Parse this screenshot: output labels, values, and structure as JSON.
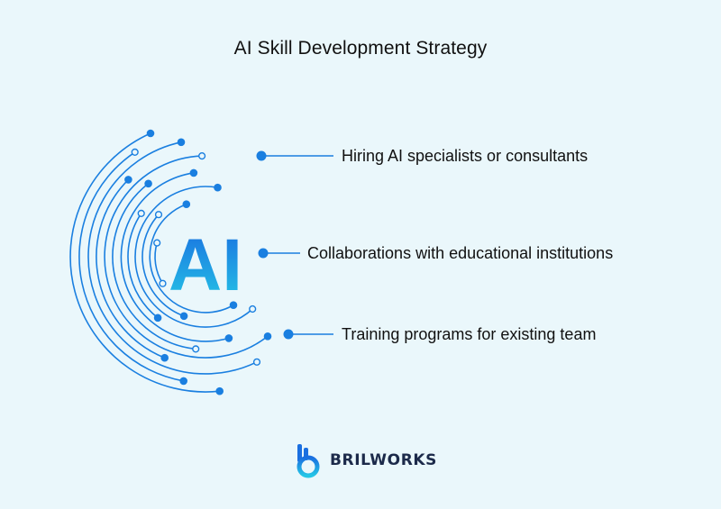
{
  "title": "AI Skill Development Strategy",
  "center_text": "AI",
  "items": [
    {
      "label": "Hiring AI specialists or consultants"
    },
    {
      "label": "Collaborations with educational institutions"
    },
    {
      "label": "Training programs for existing team"
    }
  ],
  "brand": {
    "name": "BRILWORKS"
  },
  "colors": {
    "background": "#eaf7fb",
    "line": "#1a7fe0",
    "gradient_top": "#1a6fe0",
    "gradient_bottom": "#25c6e6"
  }
}
